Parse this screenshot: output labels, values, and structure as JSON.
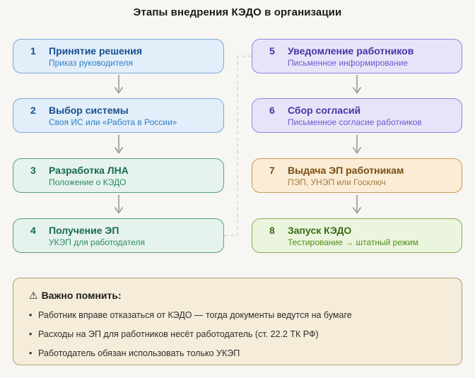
{
  "title": "Этапы внедрения КЭДО в организации",
  "steps": [
    {
      "num": "1",
      "title": "Принятие решения",
      "subtitle": "Приказ руководителя",
      "theme": "blue"
    },
    {
      "num": "2",
      "title": "Выбор системы",
      "subtitle": "Своя ИС или «Работа в России»",
      "theme": "blue"
    },
    {
      "num": "3",
      "title": "Разработка ЛНА",
      "subtitle": "Положение о КЭДО",
      "theme": "teal"
    },
    {
      "num": "4",
      "title": "Получение ЭП",
      "subtitle": "УКЭП для работодателя",
      "theme": "teal"
    },
    {
      "num": "5",
      "title": "Уведомление работников",
      "subtitle": "Письменное информирование",
      "theme": "purple"
    },
    {
      "num": "6",
      "title": "Сбор согласий",
      "subtitle": "Письменное согласие работников",
      "theme": "purple"
    },
    {
      "num": "7",
      "title": "Выдача ЭП работникам",
      "subtitle": "ПЭП, УНЭП или Госключ",
      "theme": "orange"
    },
    {
      "num": "8",
      "title": "Запуск КЭДО",
      "subtitle": "Тестирование → штатный режим",
      "theme": "green"
    }
  ],
  "note": {
    "icon": "⚠",
    "heading": "Важно помнить:",
    "bullet_icon": "•",
    "bullets": [
      "Работник вправе отказаться от КЭДО — тогда документы ведутся на бумаге",
      "Расходы на ЭП для работников несёт работодатель (ст. 22.2 ТК РФ)",
      "Работодатель обязан использовать только УКЭП"
    ]
  },
  "colors": {
    "page_background": "#f7f6f2",
    "blue": {
      "bg": "#e2eefa",
      "border": "#7aa7d9",
      "title": "#17508f",
      "subtitle": "#2e7fc2"
    },
    "teal": {
      "bg": "#e6f3ed",
      "border": "#57a085",
      "title": "#176a4e",
      "subtitle": "#2a8a64"
    },
    "purple": {
      "bg": "#e7e4f9",
      "border": "#9183dd",
      "title": "#4436a5",
      "subtitle": "#6a5acd"
    },
    "orange": {
      "bg": "#faecd5",
      "border": "#c89a58",
      "title": "#7b4e12",
      "subtitle": "#a87c3c"
    },
    "green": {
      "bg": "#ebf5de",
      "border": "#87ab58",
      "title": "#3a6d13",
      "subtitle": "#4f8d1e"
    },
    "note_bg": "#f5edd9",
    "note_border": "#b3a17b",
    "arrow": "#8a8a8a",
    "connector_dash": "#d5d5d5"
  }
}
